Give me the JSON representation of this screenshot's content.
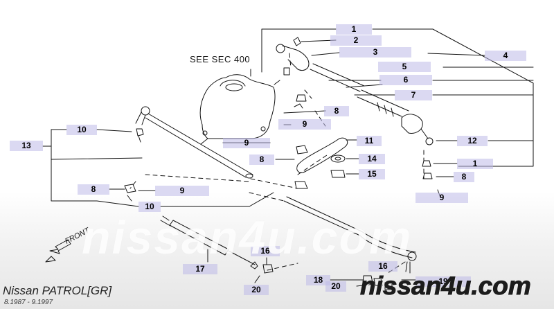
{
  "labels": {
    "see_sec": "SEE SEC 400",
    "front": "FRONT",
    "watermark_large": "nissan4u.com",
    "watermark_small": "nissan4u.com",
    "model": "Nissan PATROL[GR]",
    "dates": "8.1987 - 9.1997"
  },
  "callouts": [
    "1",
    "2",
    "3",
    "4",
    "5",
    "6",
    "7",
    "8",
    "9",
    "10",
    "11",
    "12",
    "13",
    "14",
    "15",
    "16",
    "17",
    "18",
    "19",
    "20"
  ],
  "colors": {
    "callout_bg": "#bebae8",
    "line": "#111111",
    "watermark": "#ffffff"
  }
}
